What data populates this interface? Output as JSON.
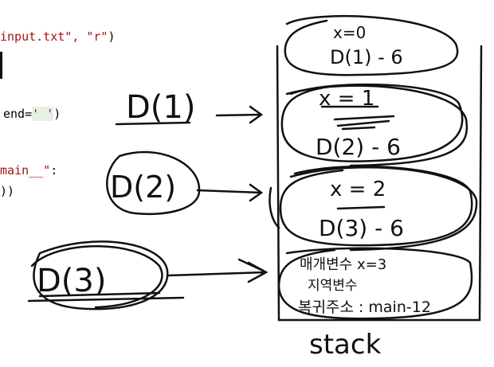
{
  "code": {
    "line1_str1": "input.txt",
    "line1_mid": "\", ",
    "line1_str2": "\"r\"",
    "line1_end": ")",
    "line2_prefix": "end=",
    "line2_str": "' '",
    "line2_end": ")",
    "line3_str": "main__\"",
    "line3_end": ":",
    "line4": "))"
  },
  "notes": {
    "call1": "D(1)",
    "call2": "D(2)",
    "call3": "D(3)",
    "frame_top_line1": "x=0",
    "frame_top_line2": "D(1) - 6",
    "frame1_line1": "x = 1",
    "frame1_line2": "D(2) - 6",
    "frame2_line1": "x = 2",
    "frame2_line2": "D(3) - 6",
    "frame3_line1": "매개변수 x=3",
    "frame3_line2": "지역변수",
    "frame3_line3": "복귀주소 : main-12",
    "stack_label": "stack"
  }
}
